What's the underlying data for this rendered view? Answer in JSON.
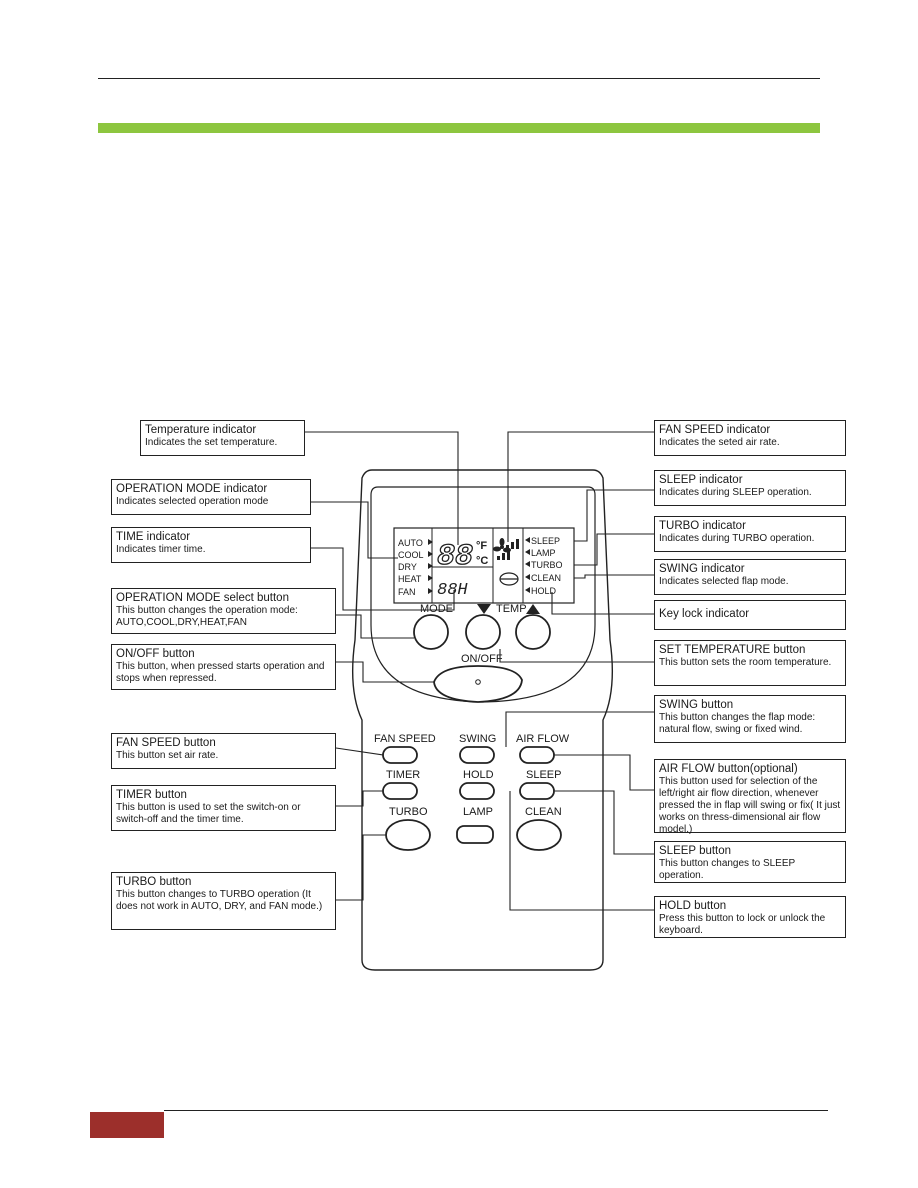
{
  "callouts": {
    "temperature_indicator": {
      "title": "Temperature indicator",
      "desc": "Indicates the set temperature."
    },
    "operation_mode_indicator": {
      "title": "OPERATION MODE indicator",
      "desc": "Indicates selected operation mode"
    },
    "time_indicator": {
      "title": "TIME indicator",
      "desc": "Indicates timer time."
    },
    "operation_mode_select_button": {
      "title": "OPERATION MODE select button",
      "desc": "This button changes the operation mode: AUTO,COOL,DRY,HEAT,FAN"
    },
    "on_off_button": {
      "title": "ON/OFF button",
      "desc": "This button, when pressed starts operation and stops when repressed."
    },
    "fan_speed_button": {
      "title": "FAN SPEED button",
      "desc": "This button set air rate."
    },
    "timer_button": {
      "title": "TIMER button",
      "desc": "This button is used to set the switch-on or switch-off and the timer time."
    },
    "turbo_button": {
      "title": "TURBO button",
      "desc": "This button changes to TURBO operation (It does not work in AUTO, DRY, and FAN mode.)"
    },
    "fan_speed_indicator": {
      "title": "FAN SPEED indicator",
      "desc": "Indicates the seted air rate."
    },
    "sleep_indicator": {
      "title": "SLEEP indicator",
      "desc": "Indicates during SLEEP operation."
    },
    "turbo_indicator": {
      "title": "TURBO indicator",
      "desc": "Indicates during TURBO operation."
    },
    "swing_indicator": {
      "title": "SWING indicator",
      "desc": "Indicates selected flap mode."
    },
    "key_lock_indicator": {
      "title": "Key lock indicator",
      "desc": ""
    },
    "set_temperature_button": {
      "title": "SET TEMPERATURE button",
      "desc": "This button sets the room temperature."
    },
    "swing_button": {
      "title": "SWING button",
      "desc": "This button changes the flap mode: natural flow, swing or fixed wind."
    },
    "air_flow_button": {
      "title": "AIR FLOW button(optional)",
      "desc": "This button used for selection of the left/right air flow direction, whenever pressed the in flap will swing or fix( It just works on thress-dimensional air flow model.)"
    },
    "sleep_button": {
      "title": "SLEEP button",
      "desc": "This button changes to SLEEP operation."
    },
    "hold_button": {
      "title": "HOLD button",
      "desc": "Press this button to lock or unlock the keyboard."
    }
  },
  "remote": {
    "lcd_modes": [
      "AUTO",
      "COOL",
      "DRY",
      "HEAT",
      "FAN"
    ],
    "lcd_status": [
      "SLEEP",
      "LAMP",
      "TURBO",
      "CLEAN",
      "HOLD"
    ],
    "lcd_temp": "88",
    "lcd_unit_f": "°F",
    "lcd_unit_c": "°C",
    "lcd_time": "88H",
    "labels": {
      "mode": "MODE",
      "temp": "TEMP",
      "on_off": "ON/OFF",
      "fan_speed": "FAN SPEED",
      "swing": "SWING",
      "air_flow": "AIR FLOW",
      "timer": "TIMER",
      "hold": "HOLD",
      "sleep": "SLEEP",
      "turbo": "TURBO",
      "lamp": "LAMP",
      "clean": "CLEAN"
    }
  },
  "colors": {
    "accent_bar": "#8dc63f",
    "footer_block": "#9c2f2b"
  }
}
